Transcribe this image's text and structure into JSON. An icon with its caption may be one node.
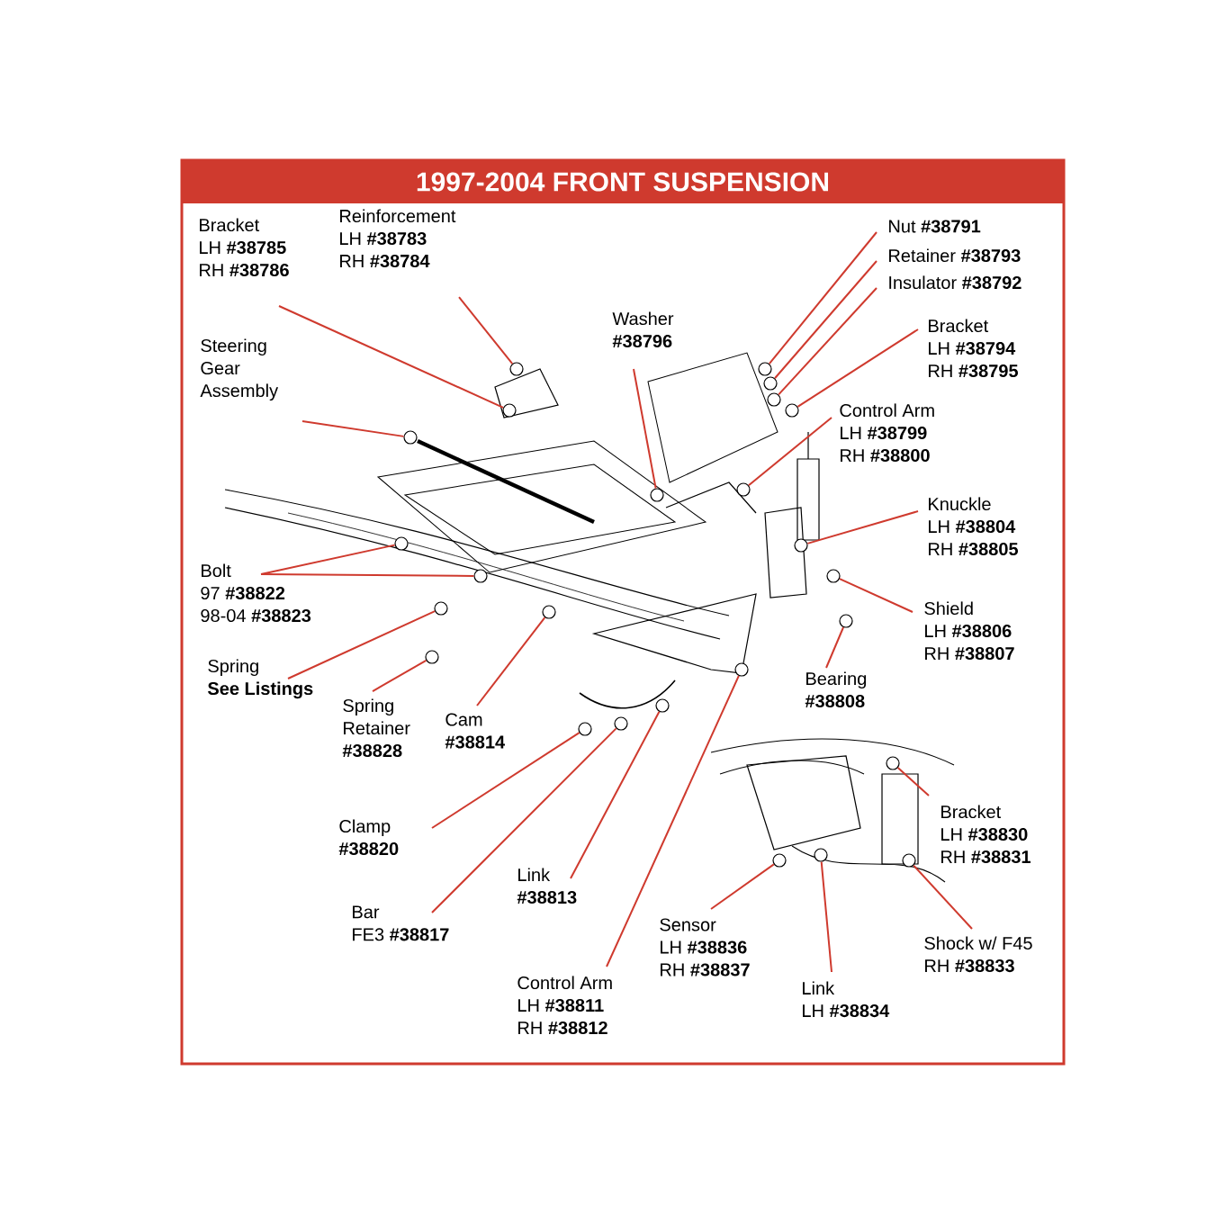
{
  "diagram": {
    "title": "1997-2004 FRONT SUSPENSION",
    "nodes": [
      {
        "text": [
          "Bracket",
          "LH **#38785**",
          "RH **#38786**"
        ]
      },
      {
        "text": [
          "Reinforcement",
          "LH **#38783**",
          "RH **#38784**"
        ]
      },
      {
        "text": [
          "Steering Gear Assembly"
        ]
      },
      {
        "text": [
          "Washer",
          "**#38796**"
        ]
      },
      {
        "text": [
          "Nut **#38791**"
        ]
      },
      {
        "text": [
          "Retainer **#38793**"
        ]
      },
      {
        "text": [
          "Insulator **#38792**"
        ]
      },
      {
        "text": [
          "Bracket",
          "LH **#38794**",
          "RH **#38795**"
        ]
      },
      {
        "text": [
          "Control Arm",
          "LH **#38799**",
          "RH **#38800**"
        ]
      },
      {
        "text": [
          "Knuckle",
          "LH **#38804**",
          "RH **#38805**"
        ]
      },
      {
        "text": [
          "Shield",
          "LH **#38806**",
          "RH **#38807**"
        ]
      },
      {
        "text": [
          "Bearing",
          "**#38808**"
        ]
      },
      {
        "text": [
          "Bolt",
          "97 **#38822**",
          "98-04 **#38823**"
        ]
      },
      {
        "text": [
          "Spring",
          "**See Listings**"
        ]
      },
      {
        "text": [
          "Spring Retainer",
          "**#38828**"
        ]
      },
      {
        "text": [
          "Cam",
          "**#38814**"
        ]
      },
      {
        "text": [
          "Clamp",
          "**#38820**"
        ]
      },
      {
        "text": [
          "Bar",
          "FE3 **#38817**"
        ]
      },
      {
        "text": [
          "Link",
          "**#38813**"
        ]
      },
      {
        "text": [
          "Control Arm",
          "LH **#38811**",
          "RH **#38812**"
        ]
      },
      {
        "text": [
          "Bracket",
          "LH **#38830**",
          "RH **#38831**"
        ]
      },
      {
        "text": [
          "Shock w/ F45",
          "RH **#38833**"
        ]
      },
      {
        "text": [
          "Link",
          "LH **#38834**"
        ]
      },
      {
        "text": [
          "Sensor",
          "LH **#38836**",
          "RH **#38837**"
        ]
      },
      {
        "text": [],
        "shape": "circle"
      },
      {
        "text": [],
        "shape": "circle"
      },
      {
        "text": [],
        "shape": "circle"
      },
      {
        "text": [],
        "shape": "circle"
      },
      {
        "text": [],
        "shape": "circle"
      },
      {
        "text": [],
        "shape": "circle"
      },
      {
        "text": [],
        "shape": "circle"
      },
      {
        "text": [],
        "shape": "circle"
      },
      {
        "text": [],
        "shape": "circle"
      },
      {
        "text": [],
        "shape": "circle"
      },
      {
        "text": [],
        "shape": "circle"
      },
      {
        "text": [],
        "shape": "circle"
      },
      {
        "text": [],
        "shape": "circle"
      },
      {
        "text": [],
        "shape": "circle"
      },
      {
        "text": [],
        "shape": "circle"
      },
      {
        "text": [],
        "shape": "circle"
      },
      {
        "text": [],
        "shape": "circle"
      },
      {
        "text": [],
        "shape": "circle"
      },
      {
        "text": [],
        "shape": "circle"
      },
      {
        "text": [],
        "shape": "circle"
      },
      {
        "text": [],
        "shape": "circle"
      },
      {
        "text": [],
        "shape": "circle"
      },
      {
        "text": [],
        "shape": "circle"
      },
      {
        "text": [],
        "shape": "circle"
      },
      {
        "text": [],
        "shape": "circle"
      }
    ],
    "edges": [
      {
        "from": 0,
        "to": 24,
        "arrow": "none"
      },
      {
        "from": 1,
        "to": 25,
        "arrow": "none"
      },
      {
        "from": 2,
        "to": 26,
        "arrow": "none"
      },
      {
        "from": 3,
        "to": 27,
        "arrow": "none"
      },
      {
        "from": 4,
        "to": 28,
        "arrow": "none"
      },
      {
        "from": 5,
        "to": 29,
        "arrow": "none"
      },
      {
        "from": 6,
        "to": 30,
        "arrow": "none"
      },
      {
        "from": 7,
        "to": 31,
        "arrow": "none"
      },
      {
        "from": 8,
        "to": 32,
        "arrow": "none"
      },
      {
        "from": 9,
        "to": 33,
        "arrow": "none"
      },
      {
        "from": 10,
        "to": 34,
        "arrow": "none"
      },
      {
        "from": 11,
        "to": 35,
        "arrow": "none"
      },
      {
        "from": 12,
        "to": 36,
        "arrow": "none"
      },
      {
        "from": 12,
        "to": 37,
        "arrow": "none"
      },
      {
        "from": 13,
        "to": 38,
        "arrow": "none"
      },
      {
        "from": 14,
        "to": 39,
        "arrow": "none"
      },
      {
        "from": 15,
        "to": 40,
        "arrow": "none"
      },
      {
        "from": 16,
        "to": 41,
        "arrow": "none"
      },
      {
        "from": 17,
        "to": 42,
        "arrow": "none"
      },
      {
        "from": 18,
        "to": 43,
        "arrow": "none"
      },
      {
        "from": 19,
        "to": 44,
        "arrow": "none"
      },
      {
        "from": 20,
        "to": 45,
        "arrow": "none"
      },
      {
        "from": 21,
        "to": 46,
        "arrow": "none"
      },
      {
        "from": 22,
        "to": 47,
        "arrow": "none"
      },
      {
        "from": 23,
        "to": 48,
        "arrow": "none"
      }
    ]
  }
}
